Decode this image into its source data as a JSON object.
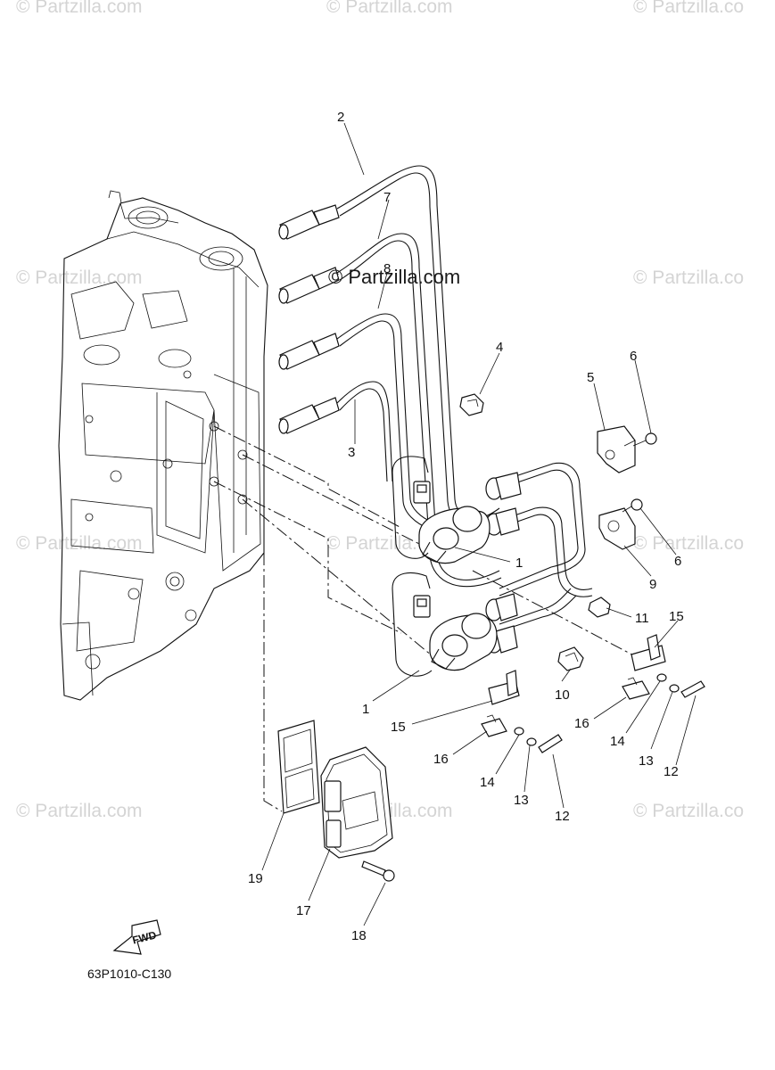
{
  "diagram": {
    "callouts": [
      "1",
      "1",
      "2",
      "3",
      "4",
      "5",
      "6",
      "6",
      "7",
      "8",
      "9",
      "10",
      "11",
      "12",
      "12",
      "13",
      "13",
      "14",
      "14",
      "15",
      "15",
      "16",
      "16",
      "17",
      "18",
      "19"
    ],
    "fwd_label": "FWD",
    "diagram_code": "63P1010-C130"
  },
  "watermarks": {
    "center": "© Partzilla.com",
    "top_left": "© Partzilla.com",
    "top_mid": "© Partzilla.com",
    "top_right": "© Partzilla.co",
    "mid_left": "© Partzilla.com",
    "mid_right": "© Partzilla.co",
    "low_left": "© Partzilla.com",
    "low_mid": "© Partzilla.com",
    "low_right": "© Partzilla.co",
    "bot_left": "© Partzilla.com",
    "bot_mid": "© Partzilla.com",
    "bot_right": "© Partzilla.co"
  }
}
